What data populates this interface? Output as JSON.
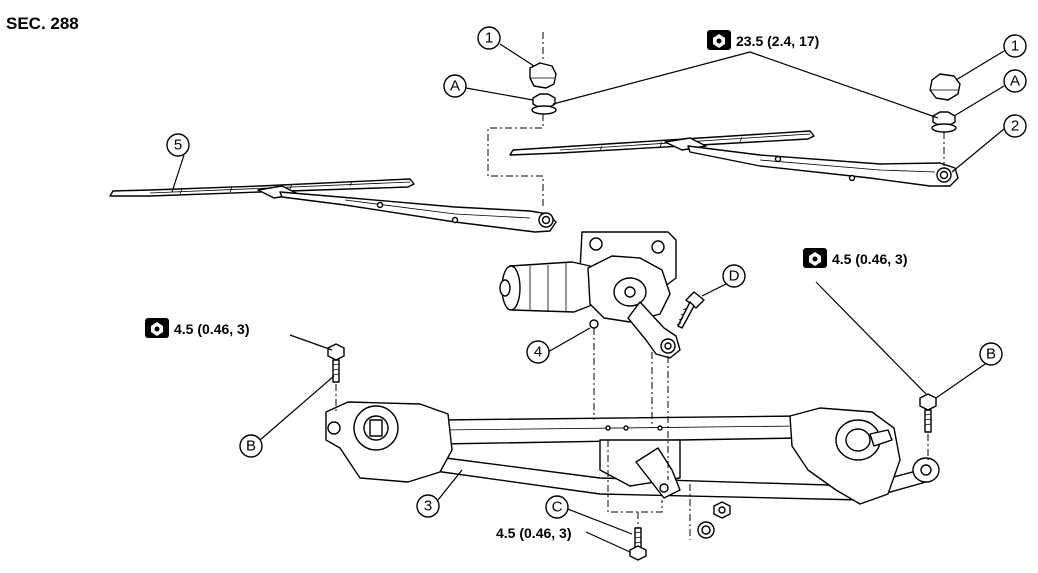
{
  "section_label": "SEC. 288",
  "callouts": {
    "c1_left": "1",
    "c1_right": "1",
    "cA_left": "A",
    "cA_right": "A",
    "c2": "2",
    "c3": "3",
    "c4": "4",
    "c5": "5",
    "cB_left": "B",
    "cB_right": "B",
    "cC": "C",
    "cD": "D"
  },
  "torque_specs": {
    "top": "23.5 (2.4, 17)",
    "right": "4.5 (0.46, 3)",
    "left": "4.5 (0.46, 3)",
    "bottom": "4.5 (0.46, 3)"
  },
  "icons": {
    "torque_wrench": "torque-wrench-icon"
  }
}
